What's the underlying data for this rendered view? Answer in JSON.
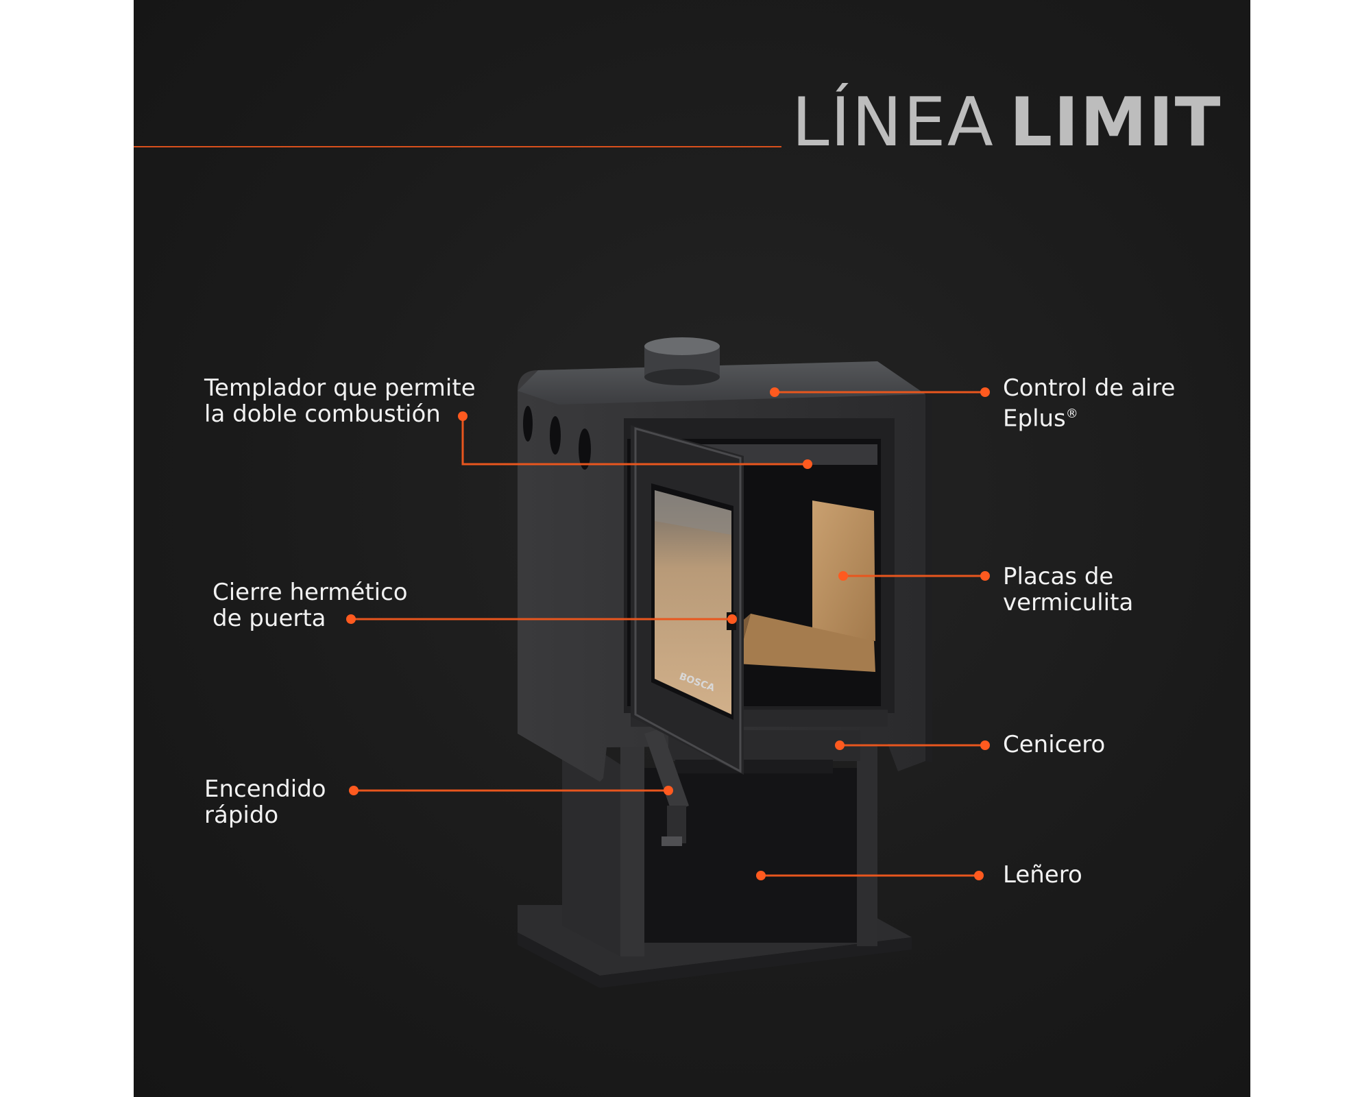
{
  "header": {
    "title_light": "LÍNEA",
    "title_bold": "LIMIT"
  },
  "product": {
    "brand_mark": "BOSCA"
  },
  "callouts": {
    "templador_line1": "Templador que permite",
    "templador_line2": "la doble combustión",
    "control_line1": "Control de aire",
    "control_line2": "Eplus",
    "control_mark": "®",
    "placas_line1": "Placas de",
    "placas_line2": "vermiculita",
    "cierre_line1": "Cierre hermético",
    "cierre_line2": "de puerta",
    "cenicero": "Cenicero",
    "encendido_line1": "Encendido",
    "encendido_line2": "rápido",
    "lenero": "Leñero"
  },
  "colors": {
    "accent": "#e8561e",
    "background": "#1b1b1b",
    "title": "#bdbdbd",
    "text": "#f2f2f2"
  }
}
